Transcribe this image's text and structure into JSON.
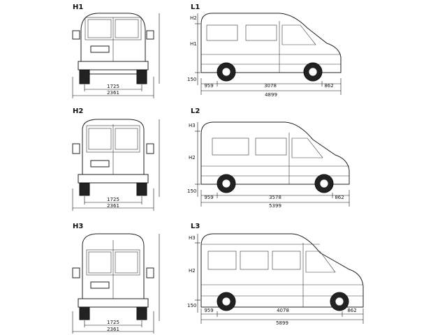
{
  "rows": [
    {
      "height_code": "H1",
      "length_code": "L1",
      "rear": {
        "track": "1725",
        "overall_width": "2361"
      },
      "side": {
        "roof_label": "H2",
        "body_label": "H1",
        "floor_height": "150",
        "front_overhang": "959",
        "wheelbase": "3078",
        "rear_overhang": "862",
        "overall_length": "4899"
      }
    },
    {
      "height_code": "H2",
      "length_code": "L2",
      "rear": {
        "track": "1725",
        "overall_width": "2361"
      },
      "side": {
        "roof_label": "H3",
        "body_label": "H2",
        "floor_height": "150",
        "front_overhang": "959",
        "wheelbase": "3578",
        "rear_overhang": "862",
        "overall_length": "5399"
      }
    },
    {
      "height_code": "H3",
      "length_code": "L3",
      "rear": {
        "track": "1725",
        "overall_width": "2361"
      },
      "side": {
        "roof_label": "H3",
        "body_label": "H2",
        "floor_height": "150",
        "front_overhang": "959",
        "wheelbase": "4078",
        "rear_overhang": "862",
        "overall_length": "5899"
      }
    }
  ]
}
